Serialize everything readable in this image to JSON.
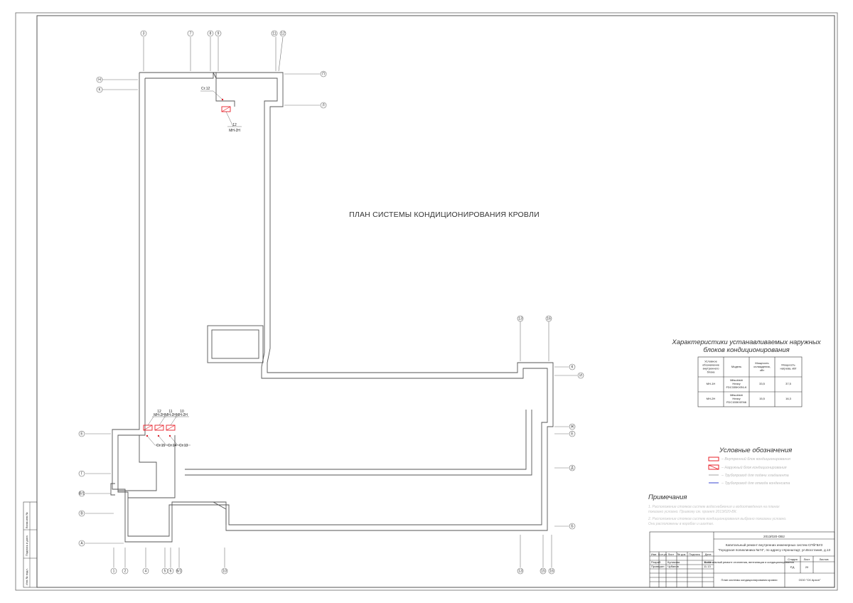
{
  "plan_title": "ПЛАН СИСТЕМЫ КОНДИЦИОНИРОВАНИЯ КРОВЛИ",
  "axes_top": [
    "3",
    "7",
    "8",
    "9",
    "11",
    "12"
  ],
  "axes_left": [
    "Н",
    "К",
    "Е",
    "Г",
    "В/1",
    "В",
    "А"
  ],
  "axes_right_top": [
    "П",
    "Л"
  ],
  "axes_right_mid": [
    "13",
    "16"
  ],
  "axes_right": [
    "К",
    "И",
    "Ж",
    "Е",
    "Д",
    "Б"
  ],
  "axes_bottom": [
    "1",
    "2",
    "4",
    "5",
    "6",
    "6/1",
    "10",
    "13",
    "15",
    "16"
  ],
  "units_top": {
    "id": "Ст.12",
    "label": "12",
    "model": "МН-2Н"
  },
  "units_bottom": [
    {
      "label": "12",
      "model": "МН-2Н",
      "id": "Ст.15"
    },
    {
      "label": "11",
      "model": "МН-2Н",
      "id": "Ст.14"
    },
    {
      "label": "10",
      "model": "МН-2Н",
      "id": "Ст.13"
    }
  ],
  "spec": {
    "title_line1": "Характеристики устанавливаемых наружных",
    "title_line2": "блоков кондиционирования",
    "headers": [
      "Условное обозначение внутреннего блока",
      "Модель",
      "Мощность охлаждения, кВт",
      "Мощность нагрева, кВт"
    ],
    "rows": [
      {
        "code": "МН-1Н",
        "model1": "Mitsubishi",
        "model2": "Heavy",
        "model3": "FDC335KXE6-K",
        "cool": "33,5",
        "heat": "37,5"
      },
      {
        "code": "МН-2Н",
        "model1": "Mitsubishi",
        "model2": "Heavy",
        "model3": "FDC155KXEN6",
        "cool": "15,5",
        "heat": "16,3"
      }
    ]
  },
  "legend": {
    "title": "Условные обозначения",
    "items": [
      "– Внутренний блок кондиционирования",
      "– Наружный блок кондиционирования",
      "– Трубопровод для подачи хладагента",
      "– Трубопровод для отвода конденсата"
    ],
    "colors": {
      "unit": "#e8202a",
      "refrigerant": "#9a9a9a",
      "condensate": "#2233cc"
    }
  },
  "notes": {
    "title": "Примечания",
    "lines": [
      "1. Расположение стояков систем водоснабжения и водоотведения на планах",
      "показано условно. Привязку см. проект 2013/020-ВК.",
      "2. Расположение стояков систем кондиционирования выбрано показаны условно.",
      "Они расположены в коробах и шахтах."
    ]
  },
  "stamp": {
    "code": "2013/020-ОВ2",
    "object_line1": "Капитальный ремонт внутренних инженерных систем СПбГБУЗ",
    "object_line2": "\"Городская поликлиника №74\", по адресу г.Кронштадт, ул.Восстания, д.13",
    "header_cells": [
      "Изм.",
      "Кол.уч",
      "Лист",
      "№ док.",
      "Подпись",
      "Дата"
    ],
    "roles": [
      {
        "role": "Разраб.",
        "name": "Куликова",
        "date": "11.13"
      },
      {
        "role": "Проверил",
        "name": "Чубанов",
        "date": "11.13"
      }
    ],
    "stage_header": "Стадия",
    "sheet_header": "Лист",
    "sheets_header": "Листов",
    "stage": "Р.Д.",
    "sheet": "20",
    "section": "Капитальный ремонт отопления, вентиляции и кондиционирования",
    "drawing_name": "План системы кондиционирования кровли",
    "company": "ООО \"СК Архон\""
  },
  "left_strip": [
    "Инв.№ подл.",
    "Подпись и дата",
    "Взам.инв.№"
  ]
}
